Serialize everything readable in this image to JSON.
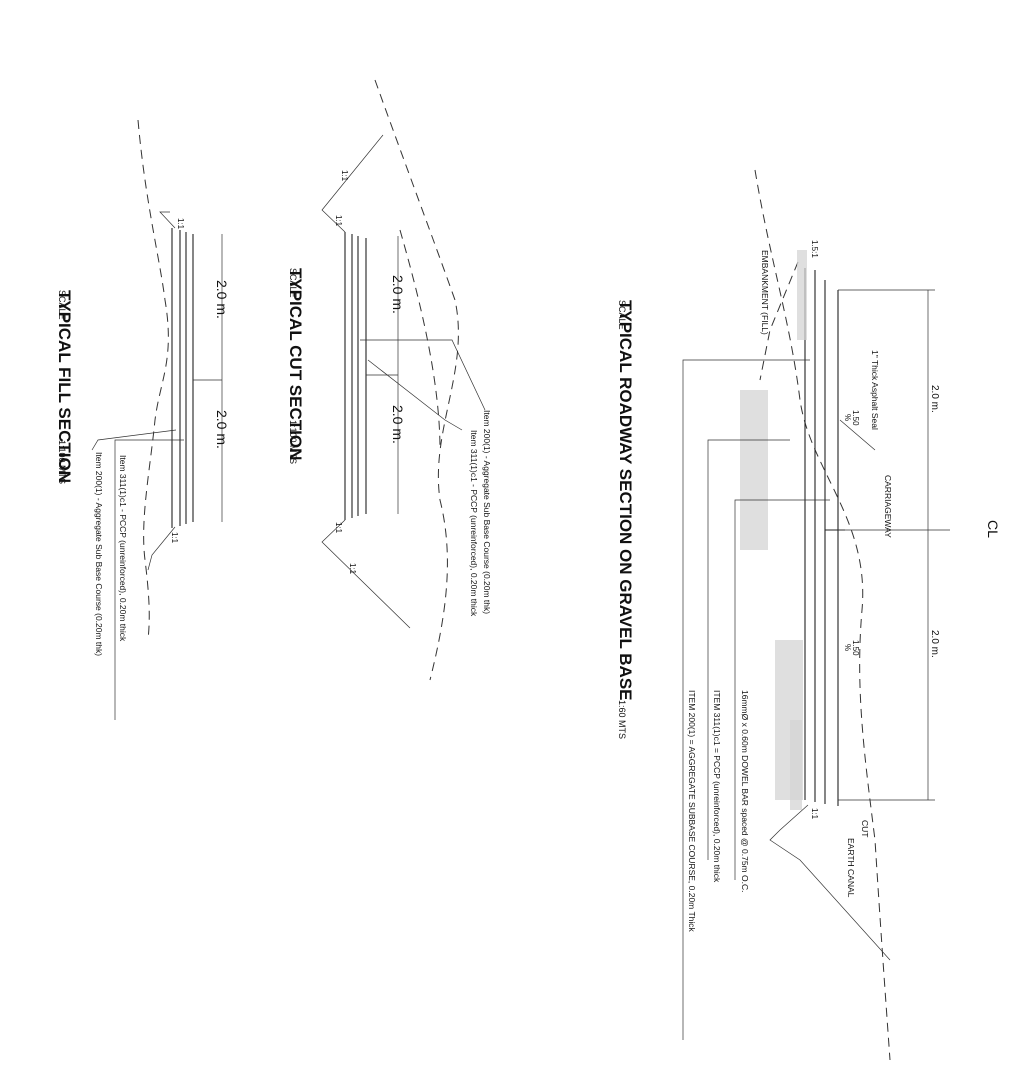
{
  "roadway": {
    "title": "TYPICAL ROADWAY SECTION ON GRAVEL BASE",
    "scale_label": "SCALE",
    "scale_value": "1:60 MTS",
    "centerline": "CL",
    "carriageway": "CARRIAGEWAY",
    "width_left": "2.0 m.",
    "width_right": "2.0 m.",
    "asphalt_seal": "1\" Thick Asphalt Seal",
    "crossfall_left": "1.50",
    "crossfall_left_den": "%",
    "crossfall_right": "1.50",
    "crossfall_right_den": "%",
    "slope_left": "1.5:1",
    "slope_right": "1:1",
    "embankment": "EMBANKMENT (FILL)",
    "cut": "CUT",
    "earth_canal": "EARTH CANAL",
    "notes": [
      "16mmØ x 0.60m DOWEL BAR spaced @ 0.75m O.C.",
      "ITEM 311(1)c1 = PCCP (unreinforced), 0.20m thick",
      "ITEM 200(1) = AGGREGATE SUBBASE COURSE, 0.20m Thick"
    ]
  },
  "cut_section": {
    "title": "TYPICAL CUT SECTION",
    "scale_label": "SCALE",
    "scale_value": "1:100 MTS",
    "width_left": "2.0 m.",
    "width_right": "2.0 m.",
    "slopes": [
      "1:1",
      "1:1",
      "1:1",
      "1:1"
    ],
    "notes": [
      "Item 200(1) - Aggregate Sub Base Course (0.20m thk)",
      "Item 311(1)c1 - PCCP (unreinforced), 0.20m thick"
    ]
  },
  "fill_section": {
    "title": "TYPICAL FILL SECTION",
    "scale_label": "SCALE",
    "scale_value": "1:100 MTS",
    "width_left": "2.0 m.",
    "width_right": "2.0 m.",
    "slopes": [
      "1:1",
      "1:1"
    ],
    "notes": [
      "Item 311(1)c1 - PCCP (unreinforced), 0.20m thick",
      "Item 200(1) - Aggregate Sub Base Course (0.20m thk)"
    ]
  }
}
